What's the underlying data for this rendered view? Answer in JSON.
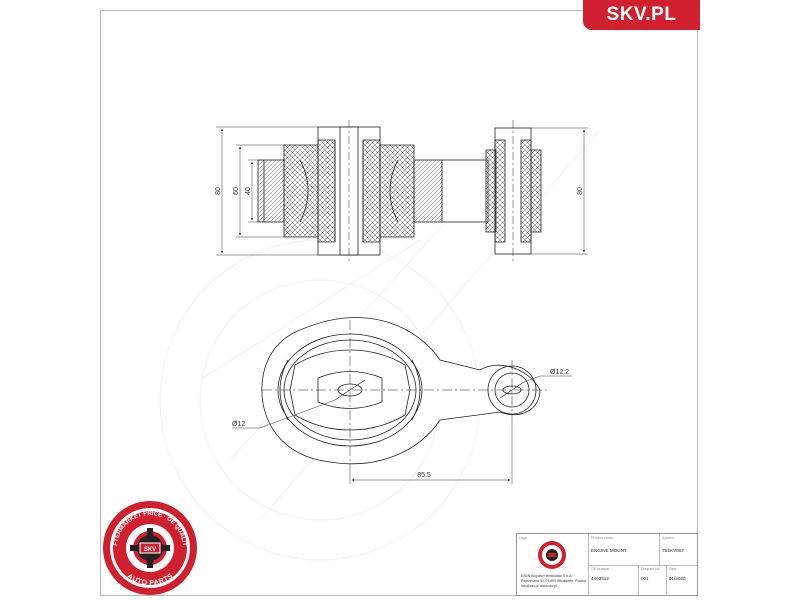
{
  "brand": {
    "name": "SKV.PL"
  },
  "dimensions": {
    "height_outer_left": "80",
    "height_mid_left": "60",
    "height_inner_left": "40",
    "height_right": "80",
    "hole_small": "Ø12.2",
    "hole_center": "Ø12",
    "center_distance": "85.5"
  },
  "seal": {
    "ring_text": "AFTERMARKET PRICE · OE QUALITY",
    "center_text": "SKV",
    "bottom_text": "AUTO PARTS"
  },
  "title_block": {
    "logo_header": "Logo",
    "product_name_header": "Product name",
    "product_name": "ENGINE MOUNT",
    "symbol_header": "Symbol",
    "symbol": "75SKV067",
    "company_name": "ESEN Wojciech Wnikowski S.K.A.",
    "company_address": "Poprzeczna 40, 07-600 Włocławek, Poland",
    "company_contact": "info@skv.pl, www.skv.pl",
    "oe_number_header": "OE Number",
    "oe_number": "4403512",
    "diagram_no_header": "Diagram No",
    "diagram_no": "001",
    "date_header": "Date",
    "date": "01/2020"
  },
  "colors": {
    "brand_red": "#d0202e",
    "line": "#222222",
    "hatch": "#555555"
  }
}
